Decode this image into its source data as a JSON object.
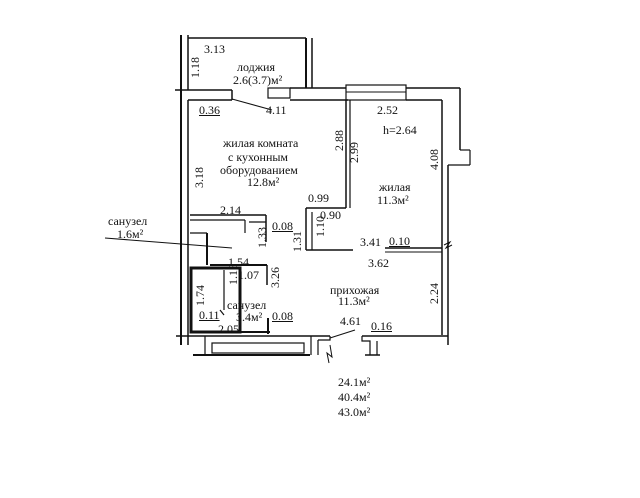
{
  "rooms": {
    "loggia": {
      "name": "лоджия",
      "area": "2.6(3.7)м²"
    },
    "living_kitchen": {
      "line1": "жилая комната",
      "line2": "с  кухонным",
      "line3": "оборудованием",
      "area": "12.8м²"
    },
    "bedroom": {
      "name": "жилая",
      "area": "11.3м²"
    },
    "bath_small": {
      "name": "санузел",
      "area": "1.6м²"
    },
    "bath": {
      "name": "санузел",
      "area": "3.4м²"
    },
    "hall": {
      "name": "прихожая",
      "area": "11.3м²"
    }
  },
  "ceiling_height": "h=2.64",
  "dims": {
    "d313": "3.13",
    "d118": "1.18",
    "d036": "0.36",
    "d411": "4.11",
    "d252": "2.52",
    "d288": "2.88",
    "d299": "2.99",
    "d318": "3.18",
    "d408": "4.08",
    "d099": "0.99",
    "d214": "2.14",
    "d008a": "0.08",
    "d090": "0.90",
    "d110": "1.10",
    "d133": "1.33",
    "d131": "1.31",
    "d341": "3.41",
    "d010": "0.10",
    "d362": "3.62",
    "d154": "1.54",
    "d107": "1.07",
    "d116": "1.16",
    "d326": "3.26",
    "d224": "2.24",
    "d174": "1.74",
    "d011": "0.11",
    "d008b": "0.08",
    "d205": "2.05",
    "d461": "4.61",
    "d016": "0.16"
  },
  "totals": {
    "living": "24.1м²",
    "total": "40.4м²",
    "with_loggia": "43.0м²"
  }
}
